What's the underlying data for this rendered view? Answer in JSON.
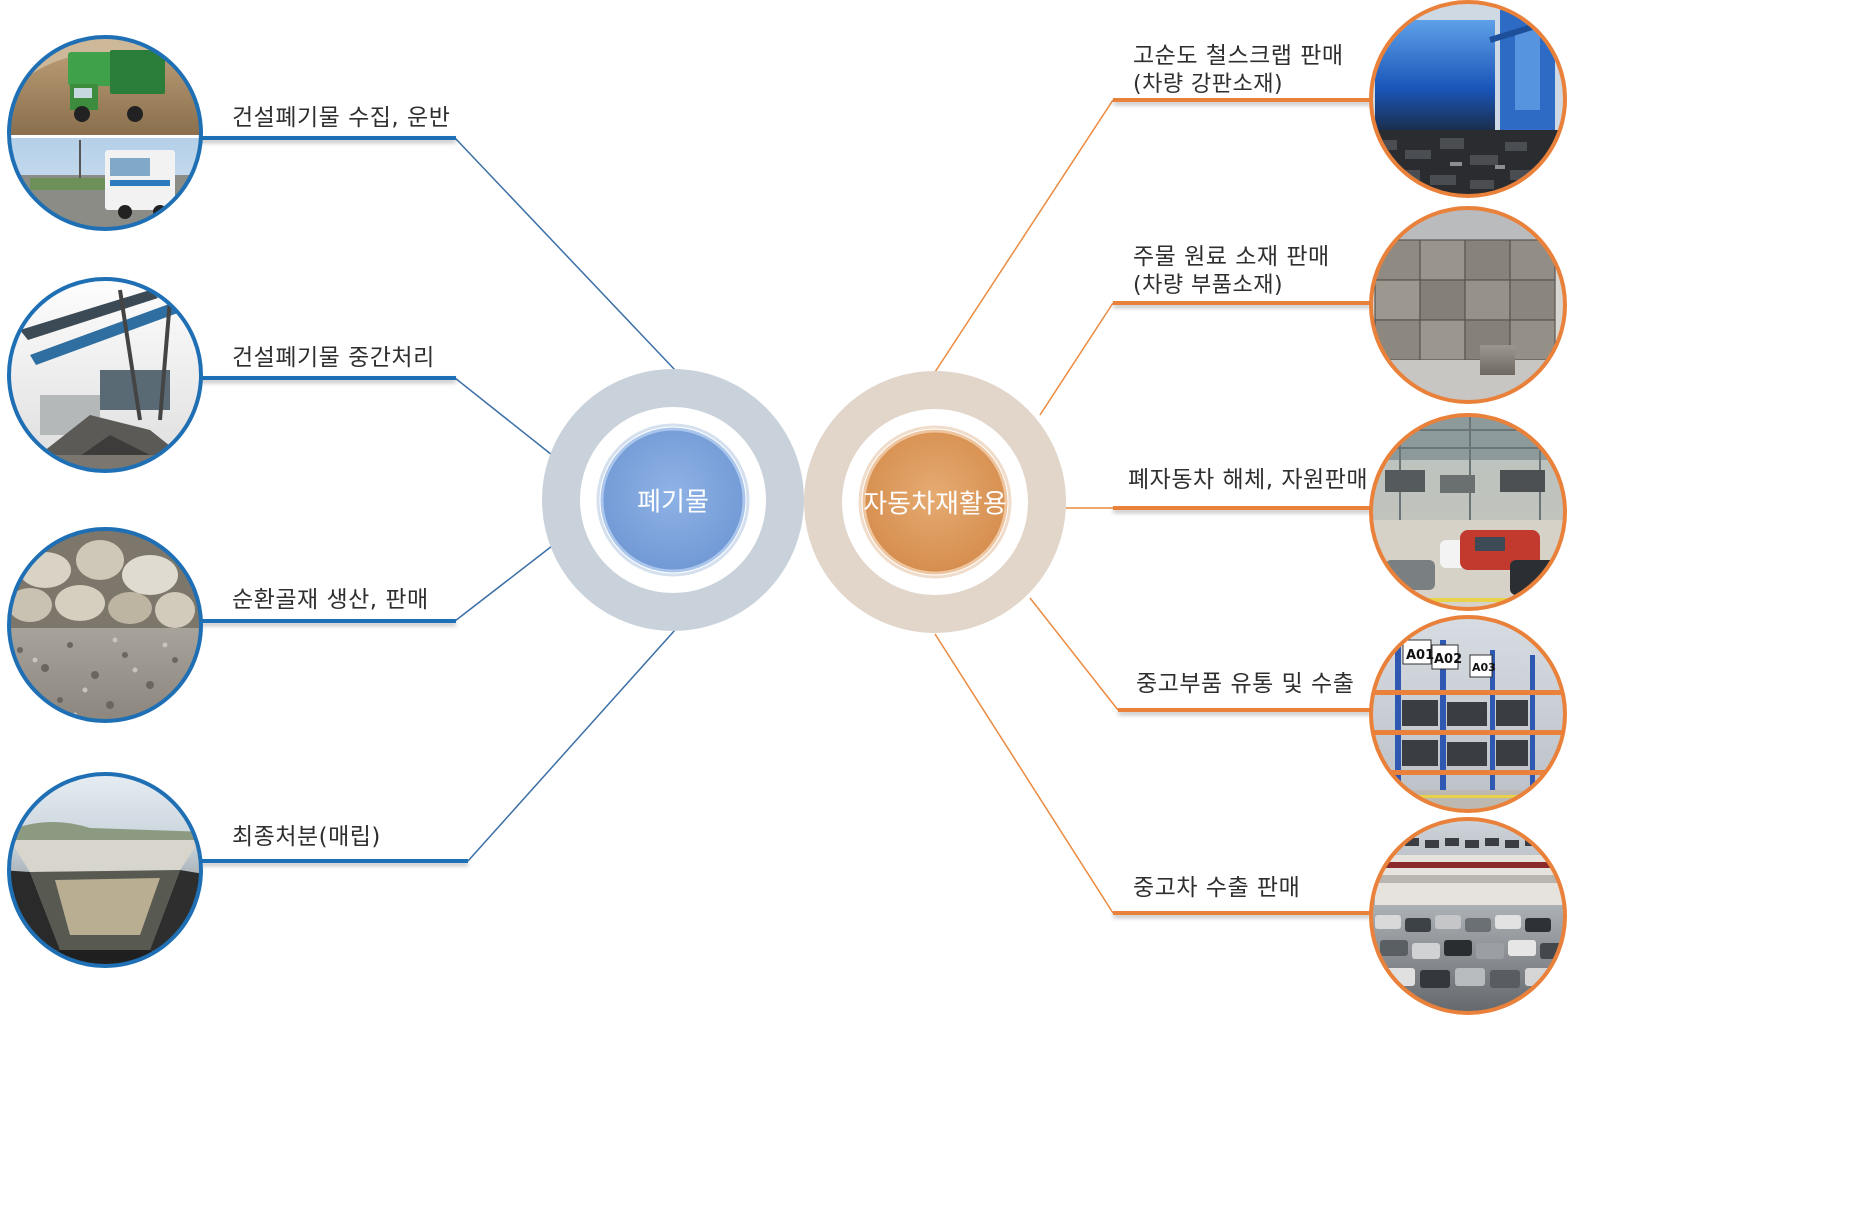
{
  "hubs": {
    "waste": {
      "label": "폐기물",
      "color": "#7ba3db",
      "ring": "#c9d2db"
    },
    "recycle": {
      "label": "자동차재활용",
      "color": "#dd9c5f",
      "ring": "#e2d6cb"
    }
  },
  "left_items": [
    {
      "label": "건설폐기물 수집, 운반",
      "image": "trucks"
    },
    {
      "label": "건설폐기물 중간처리",
      "image": "crusher-plant"
    },
    {
      "label": "순환골재 생산, 판매",
      "image": "aggregate"
    },
    {
      "label": "최종처분(매립)",
      "image": "landfill"
    }
  ],
  "right_items": [
    {
      "label": "고순도 철스크랩 판매",
      "sub": "(차량 강판소재)",
      "image": "shredder-plant"
    },
    {
      "label": "주물 원료 소재 판매",
      "sub": "(차량 부품소재)",
      "image": "scrap-bales"
    },
    {
      "label": "폐자동차 해체, 자원판매",
      "sub": "",
      "image": "dismantling-shop"
    },
    {
      "label": "중고부품 유통 및 수출",
      "sub": "",
      "image": "parts-warehouse"
    },
    {
      "label": "중고차 수출 판매",
      "sub": "",
      "image": "used-car-lot"
    }
  ],
  "colors": {
    "left_line": "#1f6fb5",
    "right_line": "#e9813a",
    "left_connector": "#3b6fa6",
    "right_connector": "#ec8a3f"
  }
}
